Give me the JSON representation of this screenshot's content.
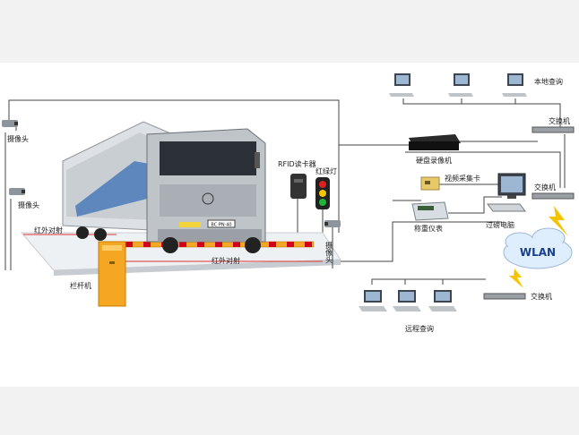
{
  "labels": {
    "camera_top": "摄像头",
    "camera_mid": "摄像头",
    "camera_right": "摄像头",
    "infrared_left": "红外对射",
    "infrared_bottom": "红外对射",
    "barrier": "栏杆机",
    "rfid": "RFID读卡器",
    "traffic_light": "红绿灯",
    "dvr": "硬盘录像机",
    "capture_card": "视频采集卡",
    "scale_meter": "称重仪表",
    "weigh_pc": "过磅电脑",
    "local_query": "本地查询",
    "switch_top": "交换机",
    "switch_mid": "交换机",
    "switch_bottom": "交换机",
    "wlan": "WLAN",
    "remote_query": "远程查询",
    "truck_plate": "BC·PN·40"
  },
  "colors": {
    "background": "#f2f2f2",
    "canvas": "#ffffff",
    "barrier": "#f5a623",
    "cloud": "#dfeefc",
    "wlan_text": "#1a3f8a",
    "lightning": "#f5c400"
  }
}
